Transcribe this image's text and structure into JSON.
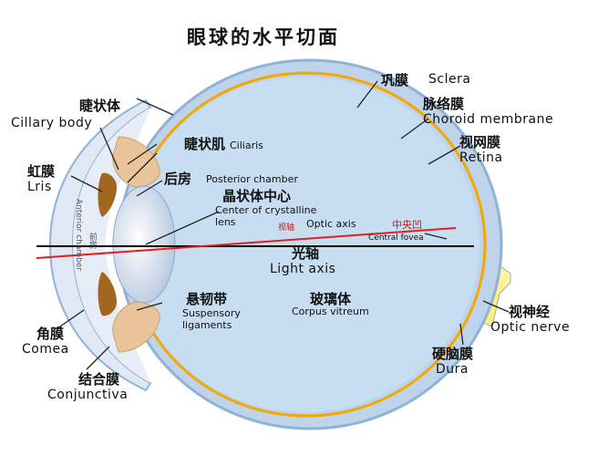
{
  "title": "眼球的水平切面",
  "labels": {
    "sclera_cn": "巩膜",
    "sclera_en": "Sclera",
    "choroid_cn": "脉络膜",
    "choroid_en": "Choroid membrane",
    "retina_cn": "视网膜",
    "retina_en": "Retina",
    "ciliary_body_cn": "睫状体",
    "ciliary_body_en": "Cillary body",
    "ciliaris_cn": "睫状肌",
    "ciliaris_en": "Ciliaris",
    "posterior_cn": "后房",
    "posterior_en": "Posterior chamber",
    "iris_cn": "虹膜",
    "iris_en": "Lris",
    "lens_center_cn": "晶状体中心",
    "lens_center_en_1": "Center of crystalline",
    "lens_center_en_2": "lens",
    "optic_axis_cn": "视轴",
    "optic_axis_en": "Optic axis",
    "fovea_cn": "中央凹",
    "fovea_en": "Central fovea",
    "light_axis_cn": "光轴",
    "light_axis_en": "Light axis",
    "anterior_cn": "前房",
    "anterior_en": "Anterior chamber",
    "suspensory_cn": "悬韧带",
    "suspensory_en_1": "Suspensory",
    "suspensory_en_2": "ligaments",
    "vitreous_cn": "玻璃体",
    "vitreous_en": "Corpus vitreum",
    "cornea_cn": "角膜",
    "cornea_en": "Comea",
    "conjunctiva_cn": "结合膜",
    "conjunctiva_en": "Conjunctiva",
    "dura_cn": "硬脑膜",
    "dura_en": "Dura",
    "optic_nerve_cn": "视神经",
    "optic_nerve_en": "Optic nerve"
  },
  "colors": {
    "vitreous": "#c7ddf1",
    "sclera": "#8fb3d6",
    "choroid": "#f2a900",
    "ciliary": "#e9c49a",
    "iris": "#a2671f",
    "optic_axis": "#e02020",
    "light_axis": "#000000",
    "optic_nerve": "#ffe64d"
  }
}
